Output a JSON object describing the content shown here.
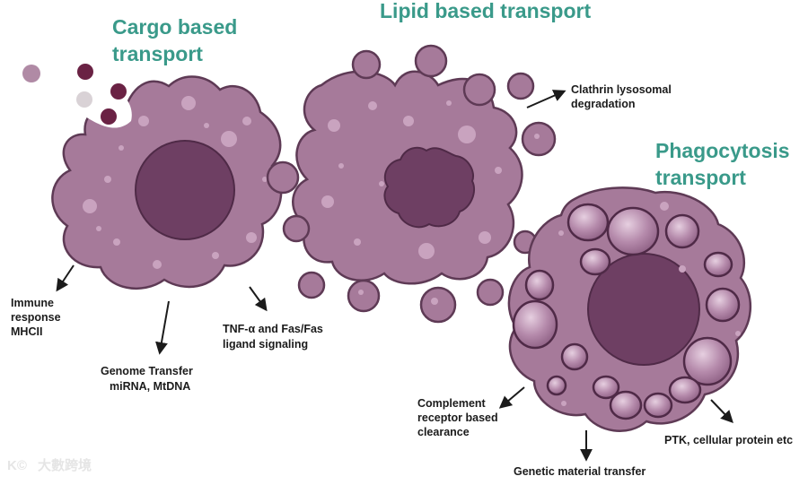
{
  "colors": {
    "title": "#3a9a8a",
    "cell_fill": "#a67a9a",
    "cell_stroke": "#5e3a55",
    "nucleus_fill": "#6e3f63",
    "spot": "#c9a3bf",
    "vesicle_fill": "#b789ac",
    "cargo_dark": "#6a2244",
    "cargo_light": "#b08aa5",
    "cargo_pale": "#d9d2d6",
    "arrow": "#1b1b1b",
    "watermark": "#e4e4e4"
  },
  "titles": {
    "cargo_line1": "Cargo based",
    "cargo_line2": "transport",
    "lipid": "Lipid based transport",
    "phago_line1": "Phagocytosis",
    "phago_line2": "transport"
  },
  "labels": {
    "immune_1": "Immune",
    "immune_2": "response",
    "immune_3": "MHCII",
    "genome_1": "Genome Transfer",
    "genome_2": "miRNA,  MtDNA",
    "tnf_1": "TNF-α and Fas/Fas",
    "tnf_2": "ligand signaling",
    "clathrin_1": "Clathrin lysosomal",
    "clathrin_2": "degradation",
    "complement_1": "Complement",
    "complement_2": "receptor based",
    "complement_3": "clearance",
    "genetic": "Genetic material transfer",
    "ptk": "PTK, cellular protein etc"
  },
  "watermark": {
    "logo": "K©",
    "text": "大數跨境"
  }
}
